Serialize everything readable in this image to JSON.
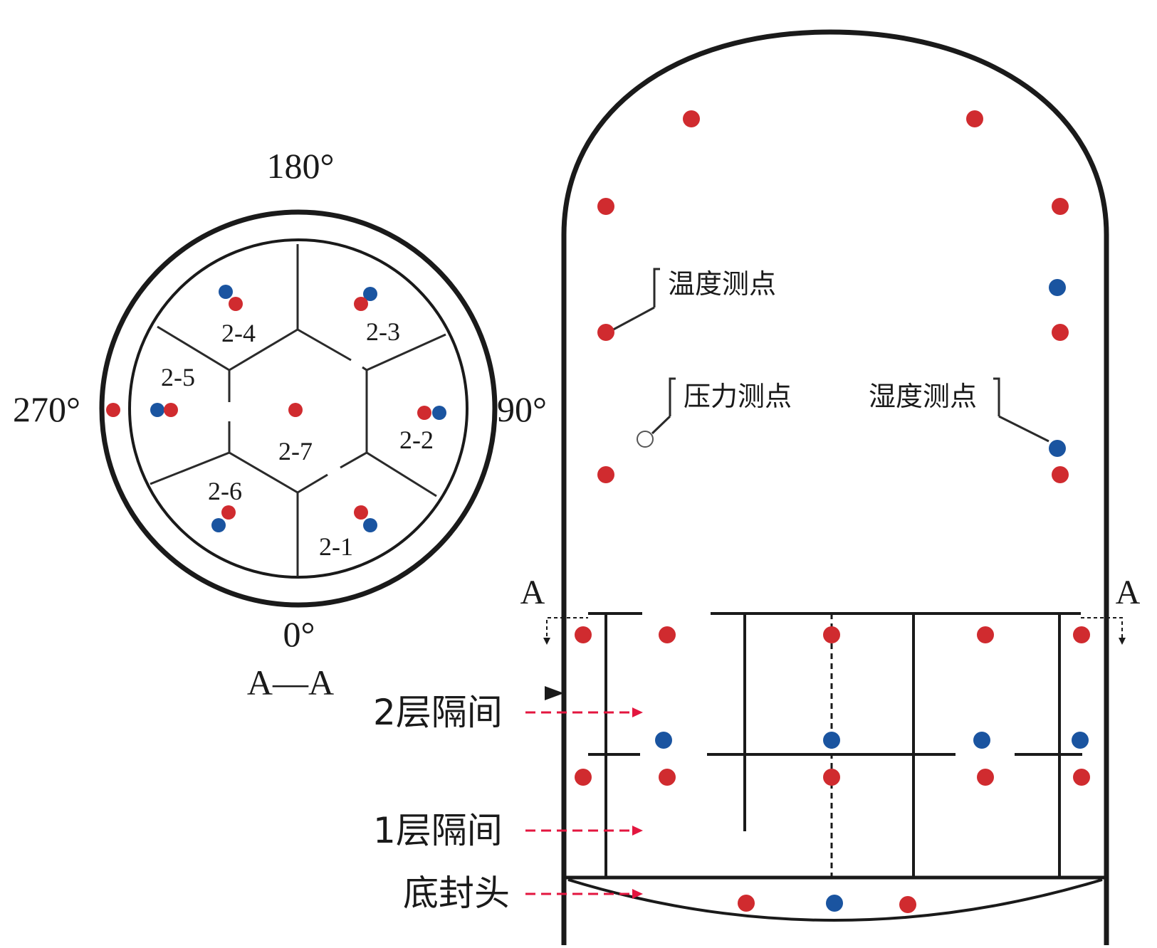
{
  "section_view": {
    "angle_labels": {
      "top": "180°",
      "right": "90°",
      "bottom": "0°",
      "left": "270°"
    },
    "section_title": "A—A",
    "compartments": [
      "2-1",
      "2-2",
      "2-3",
      "2-4",
      "2-5",
      "2-6",
      "2-7"
    ]
  },
  "vessel_view": {
    "cut_marker_left": "A",
    "cut_marker_right": "A",
    "legend": {
      "temperature": "温度测点",
      "pressure": "压力测点",
      "humidity": "湿度测点"
    },
    "levels": {
      "layer2": "2层隔间",
      "layer1": "1层隔间",
      "bottom_head": "底封头"
    }
  },
  "colors": {
    "temperature_point": "#d02b2f",
    "humidity_point": "#1a54a0",
    "pressure_point": "#ffffff",
    "outline": "#1a1a1a",
    "arrow": "#e3163f"
  }
}
